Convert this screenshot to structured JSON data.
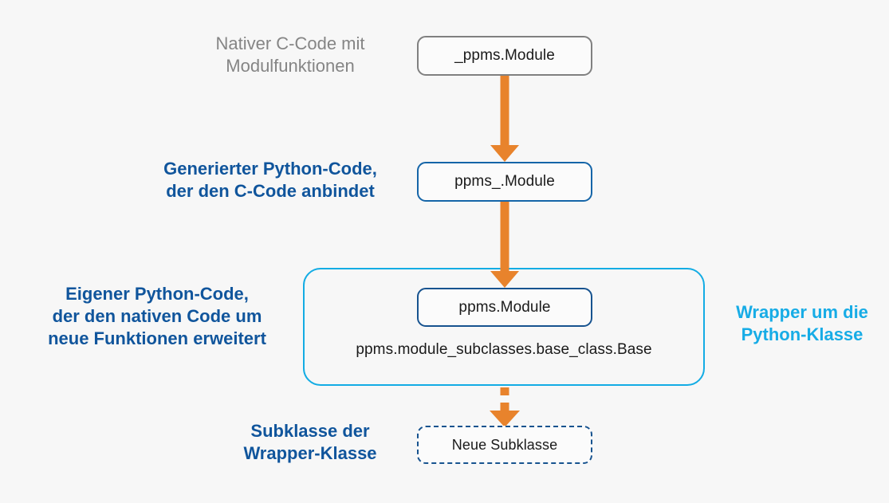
{
  "diagram": {
    "title": "Python C-Extension Wrapper Schichten",
    "background_color": "#f7f7f7",
    "colors": {
      "arrow_orange": "#e8832c",
      "native_gray": "#858585",
      "python_blue": "#10559c",
      "wrapper_cyan": "#17ace6",
      "box_border_gray": "#808080",
      "box_border_blue": "#17538f"
    }
  },
  "labels": {
    "native": "Nativer C-Code mit\nModulfunktionen",
    "generated": "Generierter Python-Code,\nder den C-Code anbindet",
    "own": "Eigener Python-Code,\nder den nativen Code um\nneue Funktionen erweitert",
    "wrapper": "Wrapper um die\nPython-Klasse",
    "subclass": "Subklasse der\nWrapper-Klasse"
  },
  "nodes": {
    "native": "_ppms.Module",
    "generated": "ppms_.Module",
    "wrapped": "ppms.Module",
    "base_class": "ppms.module_subclasses.base_class.Base",
    "subclass": "Neue Subklasse"
  },
  "arrows": [
    {
      "name": "native-to-generated",
      "style": "solid",
      "from": "_ppms.Module",
      "to": "ppms_.Module"
    },
    {
      "name": "generated-to-wrapped",
      "style": "solid",
      "from": "ppms_.Module",
      "to": "ppms.Module"
    },
    {
      "name": "wrapper-to-subclass",
      "style": "dashed",
      "from": "Wrapper",
      "to": "Neue Subklasse"
    }
  ]
}
